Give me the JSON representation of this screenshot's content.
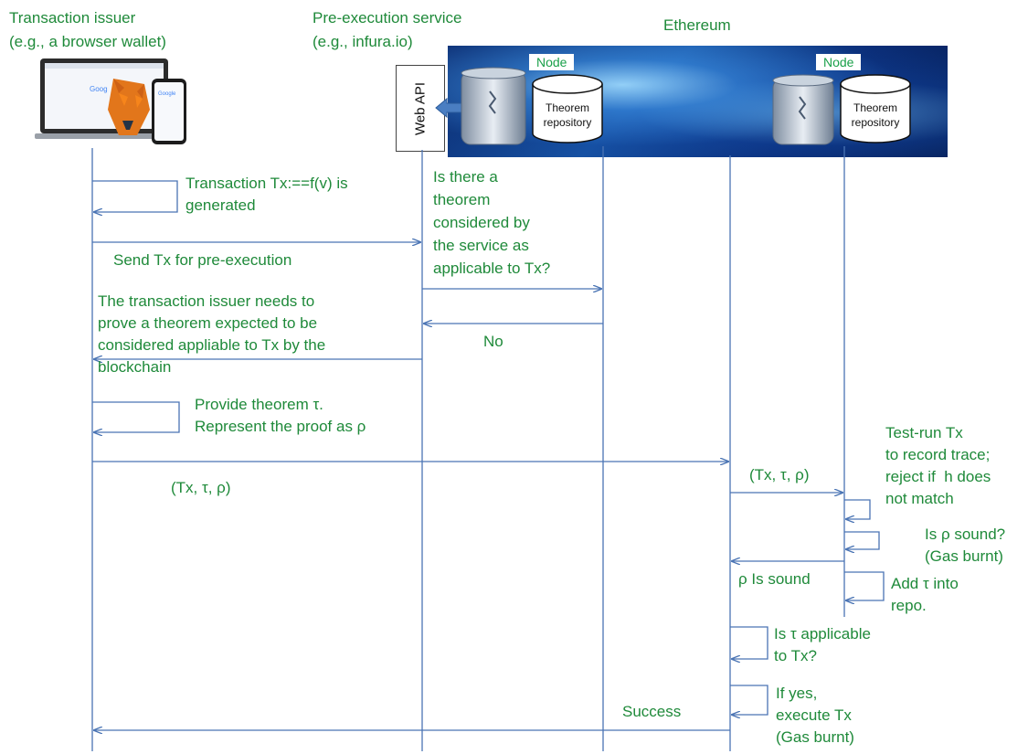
{
  "headers": {
    "issuer_line1": "Transaction issuer",
    "issuer_line2": "(e.g., a browser wallet)",
    "preexec_line1": "Pre-execution service",
    "preexec_line2": "(e.g., infura.io)",
    "ethereum": "Ethereum"
  },
  "ethereum_panel": {
    "node_label": "Node",
    "repo_label": "Theorem\nrepository",
    "web_api": "Web API"
  },
  "messages": {
    "tx_generated": "Transaction Tx:==f(v) is\ngenerated",
    "send_tx": "Send Tx for pre-execution",
    "is_there_theorem": "Is there a\ntheorem\nconsidered by\nthe service as\napplicable to Tx?",
    "issuer_needs": "The transaction issuer needs to\nprove a theorem expected to be\nconsidered appliable to Tx by the\nblockchain",
    "no": "No",
    "provide_theorem": "Provide theorem τ.\nRepresent the proof as ρ",
    "tuple_left": "(Tx, τ, ρ)",
    "tuple_right": "(Tx, τ, ρ)",
    "test_run": "Test-run Tx\nto record trace;\nreject if  h does\nnot match",
    "is_sound": "Is ρ sound?\n(Gas burnt)",
    "rho_sound": "ρ Is sound",
    "add_tau": "Add τ into\nrepo.",
    "is_applicable": "Is τ applicable\nto Tx?",
    "if_yes": "If yes,\nexecute Tx\n(Gas burnt)",
    "success": "Success"
  },
  "colors": {
    "text": "#1f8a3a",
    "arrow": "#4a74b4",
    "node_label": "#1aa04a"
  },
  "icons": [
    "laptop-wallet-icon",
    "metamask-fox-icon",
    "phone-icon",
    "server-icon",
    "database-icon",
    "double-arrow-icon"
  ]
}
